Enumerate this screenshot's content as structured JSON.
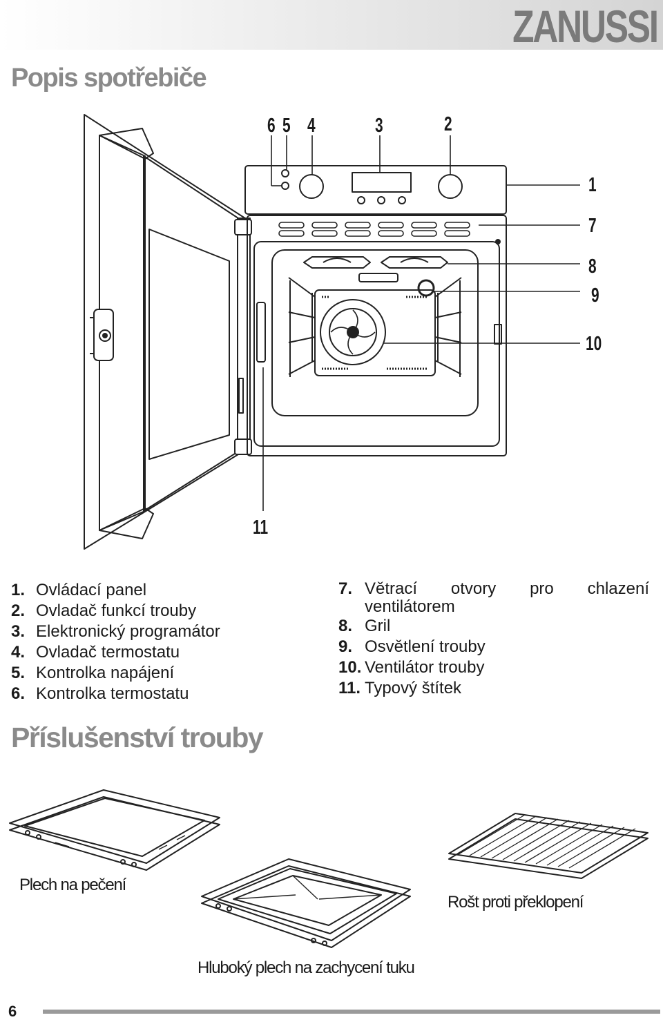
{
  "header": {
    "brand": "ZANUSSI"
  },
  "sections": {
    "description_title": "Popis spotřebiče",
    "accessories_title": "Příslušenství trouby"
  },
  "callouts": [
    "1",
    "2",
    "3",
    "4",
    "5",
    "6",
    "7",
    "8",
    "9",
    "10",
    "11"
  ],
  "legend": {
    "left": [
      {
        "num": "1.",
        "text": "Ovládací panel"
      },
      {
        "num": "2.",
        "text": "Ovladač funkcí trouby"
      },
      {
        "num": "3.",
        "text": "Elektronický programátor"
      },
      {
        "num": "4.",
        "text": "Ovladač termostatu"
      },
      {
        "num": "5.",
        "text": "Kontrolka napájení"
      },
      {
        "num": "6.",
        "text": "Kontrolka termostatu"
      }
    ],
    "right": [
      {
        "num": "7.",
        "text": "Větrací otvory pro chlazení ventilátorem"
      },
      {
        "num": "8.",
        "text": "Gril"
      },
      {
        "num": "9.",
        "text": "Osvětlení trouby"
      },
      {
        "num": "10.",
        "text": "Ventilátor trouby"
      },
      {
        "num": "11.",
        "text": "Typový štítek"
      }
    ]
  },
  "accessories": {
    "baking_tray": "Plech na pečení",
    "deep_tray": "Hluboký plech na zachycení tuku",
    "wire_shelf": "Rošt proti překlopení"
  },
  "footer": {
    "page_number": "6"
  }
}
